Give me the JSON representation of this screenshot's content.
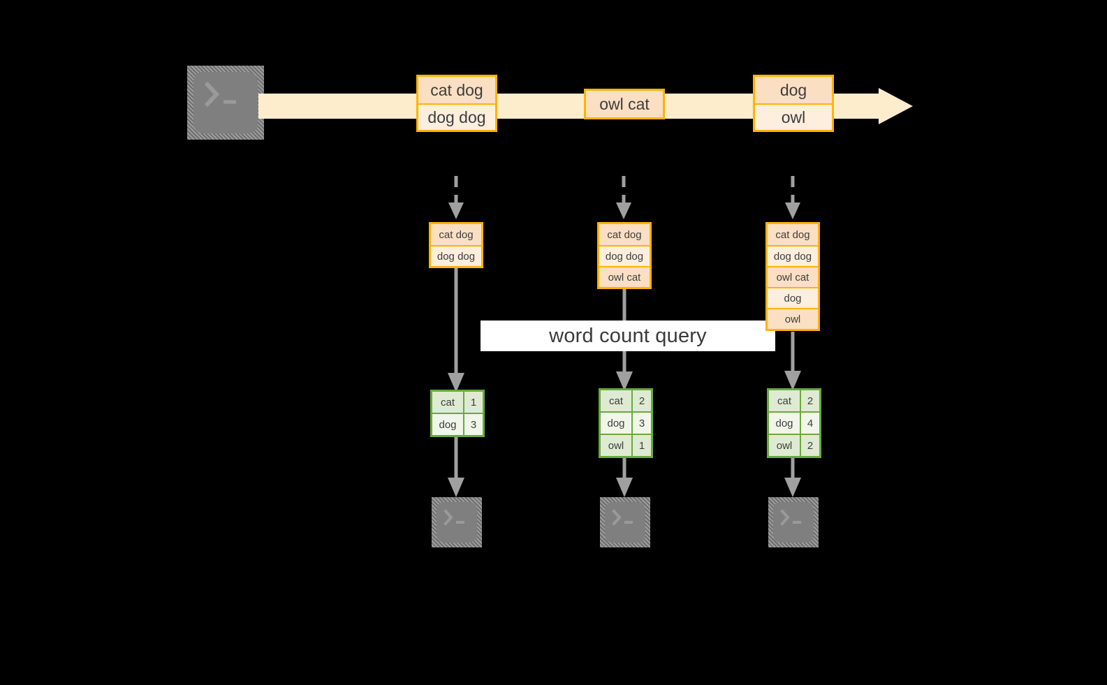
{
  "diagram": {
    "label": "word count query",
    "colors": {
      "background": "#000000",
      "stream_fill": "#fdedcd",
      "message_border": "#ffb400",
      "message_fill": "#fdeedd",
      "message_fill_shade": "#fbdfc3",
      "table_border": "#6aaa3c",
      "table_fill": "#f0f6ea",
      "table_fill_shade": "#dfead2",
      "arrow_gray": "#a0a0a0",
      "terminal_gray": "#7f7f7f",
      "text": "#3d3d3d",
      "band_fill": "#ffffff"
    },
    "source": {
      "icon": "terminal-icon"
    },
    "stream": {
      "icon": "right-arrow-stream",
      "messages": [
        {
          "rows": [
            "cat dog",
            "dog dog"
          ]
        },
        {
          "rows": [
            "owl cat"
          ]
        },
        {
          "rows": [
            "dog",
            "owl"
          ]
        }
      ]
    },
    "columns": [
      {
        "name": "snapshot-1",
        "buffer_rows": [
          "cat dog",
          "dog dog"
        ],
        "result": {
          "rows": [
            {
              "key": "cat",
              "value": "1"
            },
            {
              "key": "dog",
              "value": "3"
            }
          ]
        },
        "sink": {
          "icon": "terminal-icon"
        }
      },
      {
        "name": "snapshot-2",
        "buffer_rows": [
          "cat dog",
          "dog dog",
          "owl cat"
        ],
        "result": {
          "rows": [
            {
              "key": "cat",
              "value": "2"
            },
            {
              "key": "dog",
              "value": "3"
            },
            {
              "key": "owl",
              "value": "1"
            }
          ]
        },
        "sink": {
          "icon": "terminal-icon"
        }
      },
      {
        "name": "snapshot-3",
        "buffer_rows": [
          "cat dog",
          "dog dog",
          "owl cat",
          "dog",
          "owl"
        ],
        "result": {
          "rows": [
            {
              "key": "cat",
              "value": "2"
            },
            {
              "key": "dog",
              "value": "4"
            },
            {
              "key": "owl",
              "value": "2"
            }
          ]
        },
        "sink": {
          "icon": "terminal-icon"
        }
      }
    ]
  }
}
